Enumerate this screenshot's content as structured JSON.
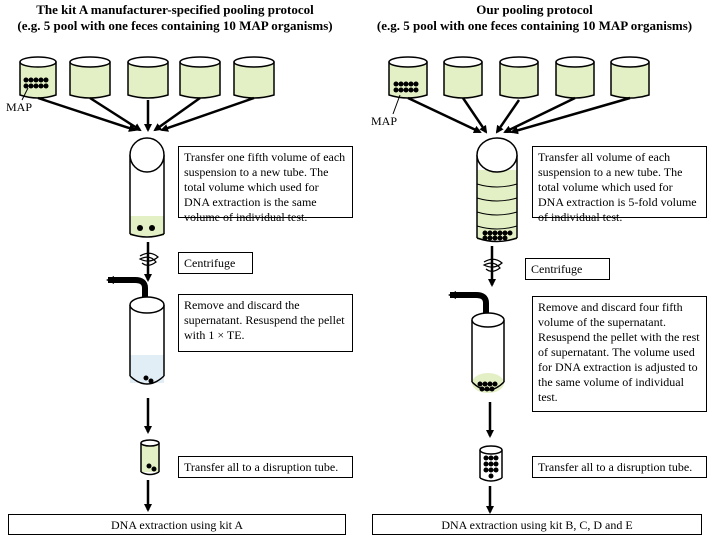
{
  "left": {
    "title_line1": "The kit A manufacturer-specified pooling protocol",
    "title_line2": "(e.g. 5 pool with one feces containing 10 MAP organisms)",
    "map_label": "MAP",
    "step1": "Transfer one fifth volume of each suspension to a new tube. The total volume which used for DNA extraction is the same volume of individual test.",
    "step2": "Centrifuge",
    "step3": "Remove and discard the supernatant. Resuspend the pellet with 1 × TE.",
    "step4": "Transfer all to a disruption tube.",
    "final": "DNA extraction using kit A"
  },
  "right": {
    "title_line1": "Our pooling protocol",
    "title_line2": "(e.g. 5 pool with one feces containing 10 MAP organisms)",
    "map_label": "MAP",
    "step1": "Transfer all volume of each suspension to a new tube. The total volume which used for DNA extraction is 5-fold volume of individual test.",
    "step2": "Centrifuge",
    "step3": "Remove and discard four fifth volume of the supernatant. Resuspend the pellet with the rest of supernatant. The volume used for DNA extraction is adjusted to the same volume of individual test.",
    "step4": "Transfer all to a disruption tube.",
    "final": "DNA extraction using kit B, C, D and E"
  },
  "colors": {
    "liquid": "#e3efc5",
    "stroke": "#000000",
    "pellet_halo": "#cfe3f0"
  }
}
